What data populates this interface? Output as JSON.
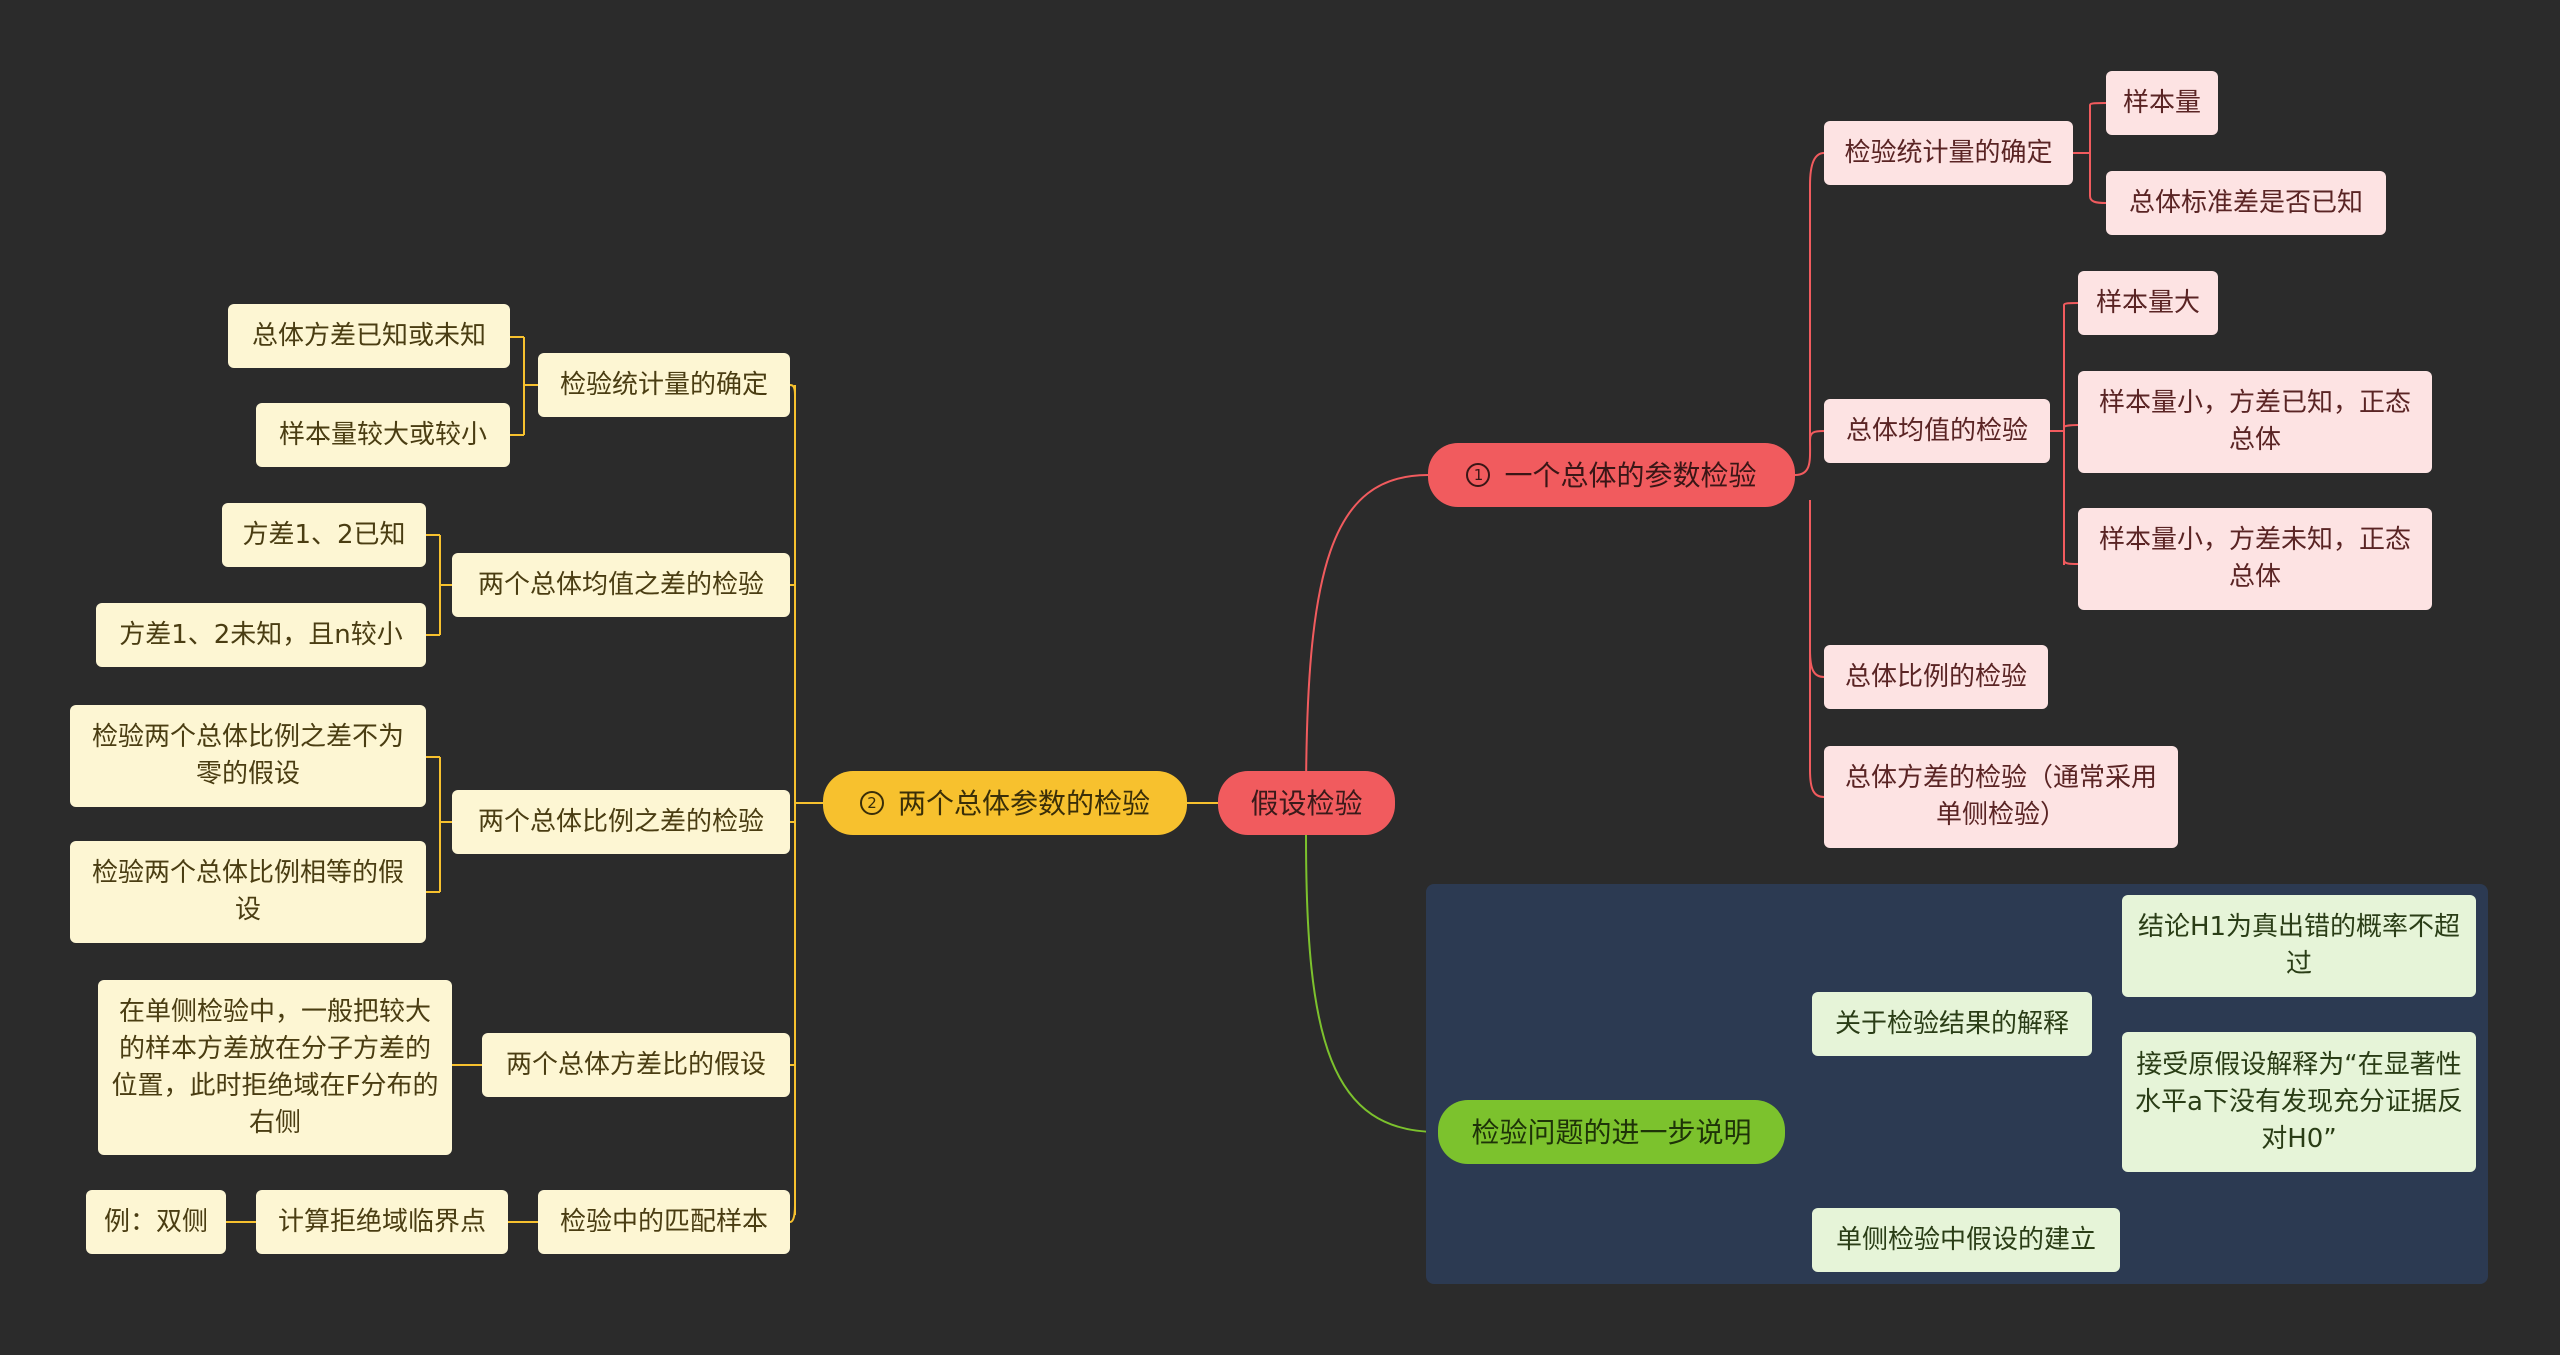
{
  "root": "假设检验",
  "colors": {
    "background": "#2b2b2b",
    "red": "#f15b5e",
    "yellow": "#f7c12e",
    "green": "#7cc22d",
    "panel": "#2c3a52"
  },
  "branch1": {
    "num": "1",
    "label": "一个总体的参数检验",
    "stat": {
      "label": "检验统计量的确定",
      "items": [
        "样本量",
        "总体标准差是否已知"
      ]
    },
    "mean": {
      "label": "总体均值的检验",
      "items": [
        "样本量大",
        "样本量小，方差已知，正态总体",
        "样本量小，方差未知，正态总体"
      ]
    },
    "prop": "总体比例的检验",
    "variance": "总体方差的检验（通常采用单侧检验）"
  },
  "branch2": {
    "num": "2",
    "label": "两个总体参数的检验",
    "stat": {
      "label": "检验统计量的确定",
      "items": [
        "总体方差已知或未知",
        "样本量较大或较小"
      ]
    },
    "meandiff": {
      "label": "两个总体均值之差的检验",
      "items": [
        "方差1、2已知",
        "方差1、2未知，且n较小"
      ]
    },
    "propdiff": {
      "label": "两个总体比例之差的检验",
      "items": [
        "检验两个总体比例之差不为零的假设",
        "检验两个总体比例相等的假设"
      ]
    },
    "varratio": {
      "label": "两个总体方差比的假设",
      "items": [
        "在单侧检验中，一般把较大的样本方差放在分子方差的位置，此时拒绝域在F分布的右侧"
      ]
    },
    "matched": {
      "label": "检验中的匹配样本",
      "sub": "计算拒绝域临界点",
      "subsub": "例：双侧"
    }
  },
  "branch3": {
    "label": "检验问题的进一步说明",
    "interp": {
      "label": "关于检验结果的解释",
      "items": [
        "结论H1为真出错的概率不超过",
        "接受原假设解释为“在显著性水平a下没有发现充分证据反对H0”"
      ]
    },
    "onesided": "单侧检验中假设的建立"
  }
}
